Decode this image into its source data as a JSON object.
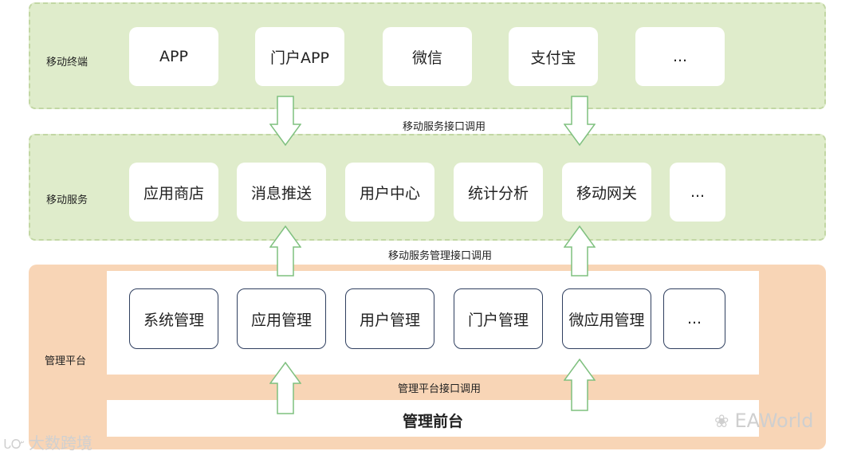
{
  "mobile_terminal": {
    "label": "移动终端",
    "items": [
      "APP",
      "门户APP",
      "微信",
      "支付宝",
      "..."
    ]
  },
  "conn_mobile_service": "移动服务接口调用",
  "mobile_service": {
    "label": "移动服务",
    "items": [
      "应用商店",
      "消息推送",
      "用户中心",
      "统计分析",
      "移动网关",
      "..."
    ]
  },
  "conn_mobile_service_mgmt": "移动服务管理接口调用",
  "management_platform": {
    "label": "管理平台",
    "items": [
      "系统管理",
      "应用管理",
      "用户管理",
      "门户管理",
      "微应用管理",
      "..."
    ],
    "conn_label": "管理平台接口调用",
    "front_label": "管理前台"
  },
  "watermarks": {
    "left": "大数跨境",
    "right": "EAWorld"
  },
  "colors": {
    "green_layer": "#dfeccb",
    "orange_layer": "#f8d5b6",
    "arrow_fill": "#ffffff",
    "arrow_stroke": "#7fc07f",
    "card_border": "#2f3f5f"
  }
}
